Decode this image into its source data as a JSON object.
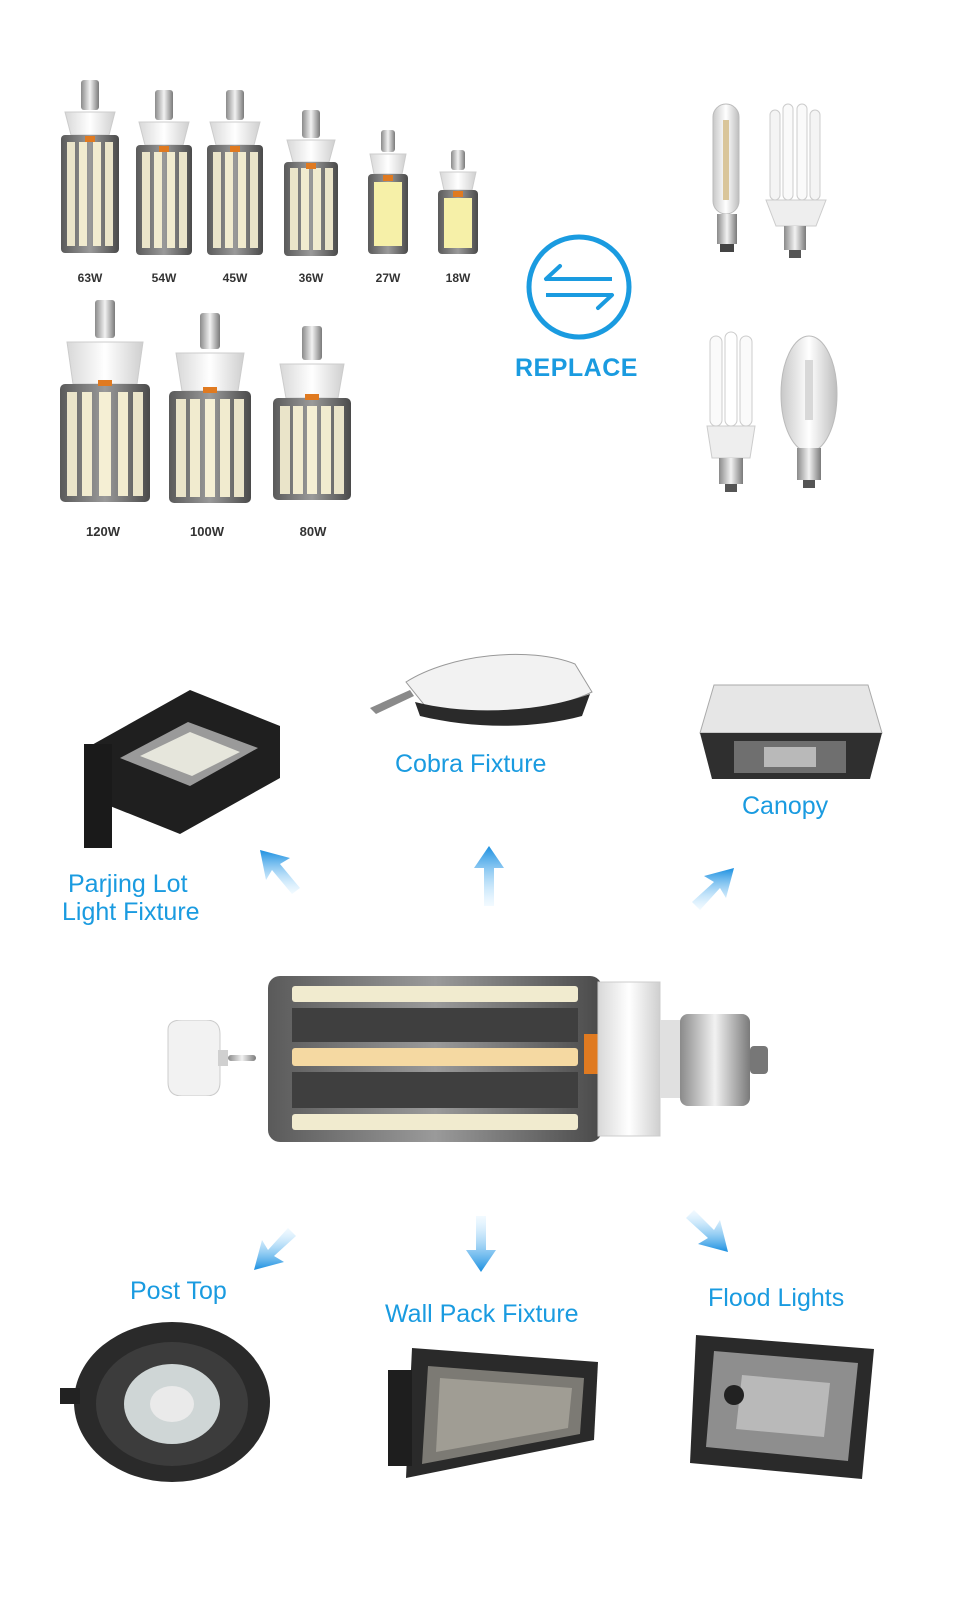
{
  "product_range": {
    "row1": [
      "63W",
      "54W",
      "45W",
      "36W",
      "27W",
      "18W"
    ],
    "row2": [
      "120W",
      "100W",
      "80W"
    ]
  },
  "replace": {
    "label": "REPLACE",
    "icon": "swap-arrows-icon"
  },
  "applications": {
    "cobra": "Cobra Fixture",
    "canopy": "Canopy",
    "parking_line1": "Parjing Lot",
    "parking_line2": "Light Fixture",
    "post_top": "Post Top",
    "wall_pack": "Wall Pack Fixture",
    "flood": "Flood Lights"
  },
  "colors": {
    "accent": "#1a9be0"
  }
}
